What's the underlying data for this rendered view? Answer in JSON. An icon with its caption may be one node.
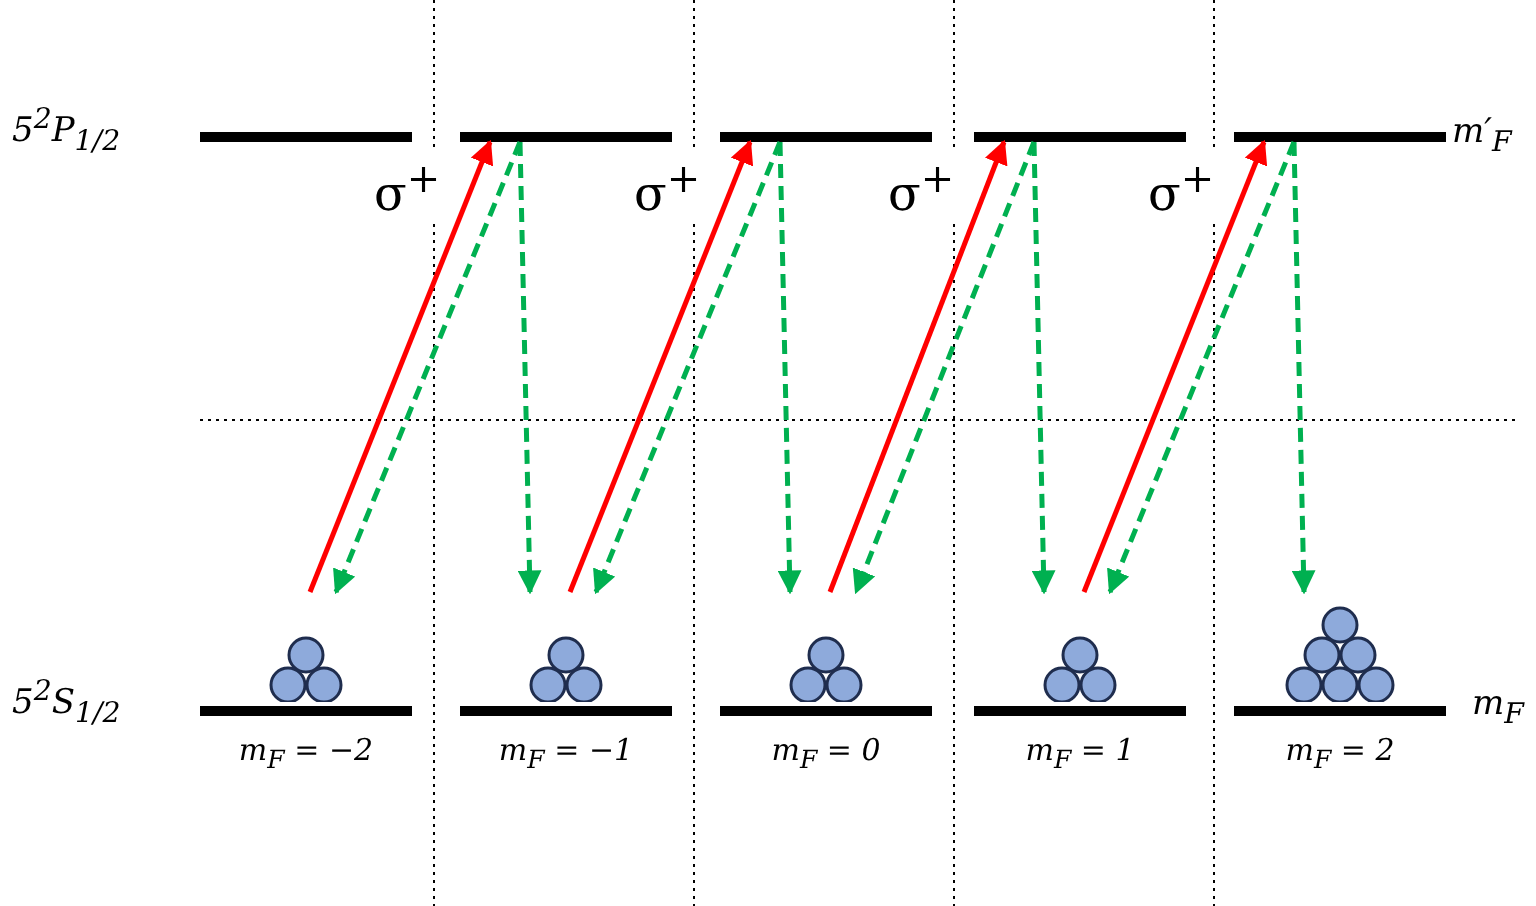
{
  "diagram": {
    "nodes": [
      {
        "text": [],
        "shape": "bar"
      },
      {
        "text": [],
        "shape": "bar"
      },
      {
        "text": [],
        "shape": "bar"
      },
      {
        "text": [],
        "shape": "bar"
      },
      {
        "text": [],
        "shape": "bar"
      },
      {
        "text": [],
        "shape": "bar",
        "beside": [
          "m$_{F}$ = −2"
        ]
      },
      {
        "text": [],
        "shape": "bar",
        "beside": [
          "m$_{F}$ = −1"
        ]
      },
      {
        "text": [],
        "shape": "bar",
        "beside": [
          "m$_{F}$ = 0"
        ]
      },
      {
        "text": [],
        "shape": "bar",
        "beside": [
          "m$_{F}$ = 1"
        ]
      },
      {
        "text": [],
        "shape": "bar",
        "beside": [
          "m$_{F}$ = 2"
        ]
      }
    ],
    "edges": [
      {
        "from": 5,
        "to": 1,
        "arrow": "to",
        "color": "#ff0000",
        "label": "σ$^{+}$"
      },
      {
        "from": 1,
        "to": 5,
        "arrow": "to",
        "style": "dashed"
      },
      {
        "from": 1,
        "to": 6,
        "arrow": "to",
        "style": "dashed"
      },
      {
        "from": 6,
        "to": 2,
        "arrow": "to",
        "color": "#ff0000",
        "label": "σ$^{+}$"
      },
      {
        "from": 2,
        "to": 6,
        "arrow": "to",
        "style": "dashed"
      },
      {
        "from": 2,
        "to": 7,
        "arrow": "to",
        "style": "dashed"
      },
      {
        "from": 7,
        "to": 3,
        "arrow": "to",
        "color": "#ff0000",
        "label": "σ$^{+}$"
      },
      {
        "from": 3,
        "to": 7,
        "arrow": "to",
        "style": "dashed"
      },
      {
        "from": 3,
        "to": 8,
        "arrow": "to",
        "style": "dashed"
      },
      {
        "from": 8,
        "to": 4,
        "arrow": "to",
        "color": "#ff0000",
        "label": "σ$^{+}$"
      },
      {
        "from": 4,
        "to": 8,
        "arrow": "to",
        "style": "dashed"
      },
      {
        "from": 4,
        "to": 9,
        "arrow": "to",
        "style": "dashed"
      }
    ],
    "labels": [
      "5$^{2}$P$_{1/2}$",
      "m′$_{F}$",
      "5$^{2}$S$_{1/2}$",
      "m$_{F}$"
    ]
  }
}
